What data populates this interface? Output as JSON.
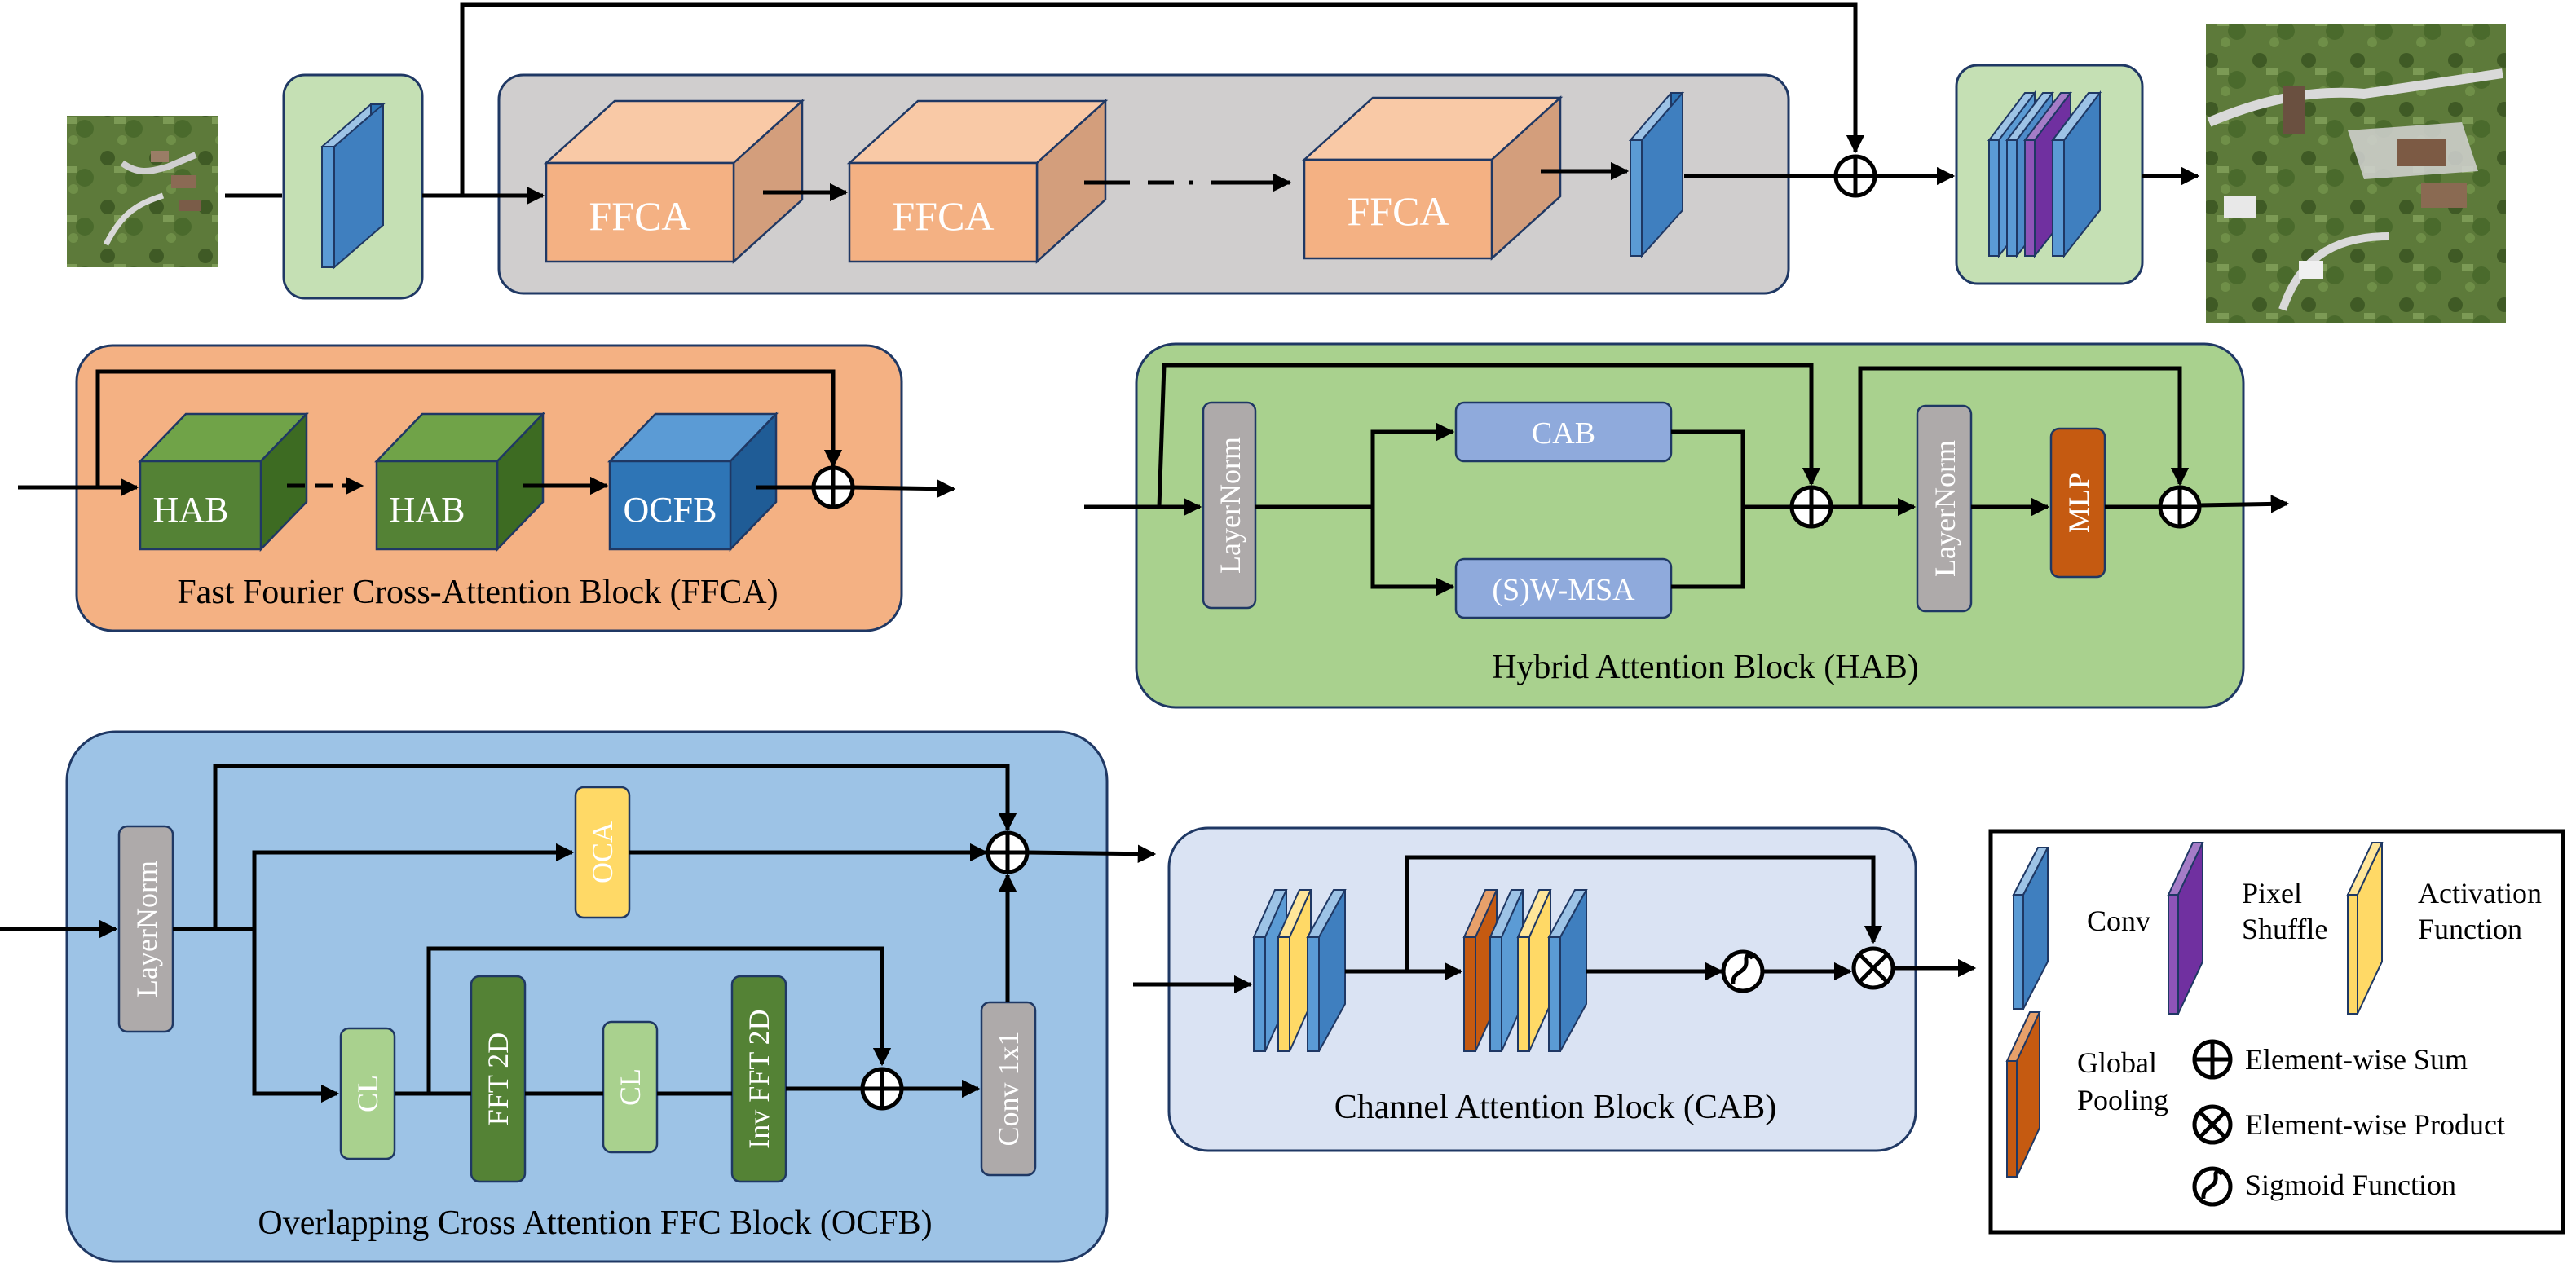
{
  "colors": {
    "ffca_box": "#f9ccac",
    "ffca_panel": "#f2b088",
    "hab_panel": "#a9d18e",
    "hab_green": "#548235",
    "ocfb_panel": "#9dc3e6",
    "ocfb_blue": "#2e75b6",
    "cab_panel": "#dae3f3",
    "conv_blue": "#5b9bd5",
    "pixel_shuffle": "#7030a0",
    "activation": "#ffd966",
    "global_pool": "#c55a11",
    "gray_panel": "#d0cece",
    "light_green": "#c5e0b4",
    "layernorm": "#aeaaaa",
    "oca": "#ffd966",
    "mlp": "#c55a11"
  },
  "top": {
    "ffca_labels": [
      "FFCA",
      "FFCA",
      "FFCA"
    ]
  },
  "ffca_panel": {
    "title": "Fast Fourier Cross-Attention Block (FFCA)",
    "blocks": [
      "HAB",
      "HAB",
      "OCFB"
    ]
  },
  "hab_panel": {
    "title": "Hybrid Attention Block (HAB)",
    "layernorm_1": "LayerNorm",
    "cab": "CAB",
    "swmsa": "(S)W-MSA",
    "layernorm_2": "LayerNorm",
    "mlp": "MLP"
  },
  "ocfb_panel": {
    "title": "Overlapping Cross Attention FFC Block (OCFB)",
    "layernorm": "LayerNorm",
    "oca": "OCA",
    "cl_1": "CL",
    "fft2d": "FFT 2D",
    "cl_2": "CL",
    "inv_fft2d": "Inv FFT 2D",
    "conv1x1": "Conv 1x1"
  },
  "cab_panel": {
    "title": "Channel Attention Block (CAB)"
  },
  "legend": {
    "conv": "Conv",
    "pixel_shuffle_1": "Pixel",
    "pixel_shuffle_2": "Shuffle",
    "activation_1": "Activation",
    "activation_2": "Function",
    "global_pooling_1": "Global",
    "global_pooling_2": "Pooling",
    "sum": "Element-wise Sum",
    "product": "Element-wise Product",
    "sigmoid": "Sigmoid Function"
  }
}
